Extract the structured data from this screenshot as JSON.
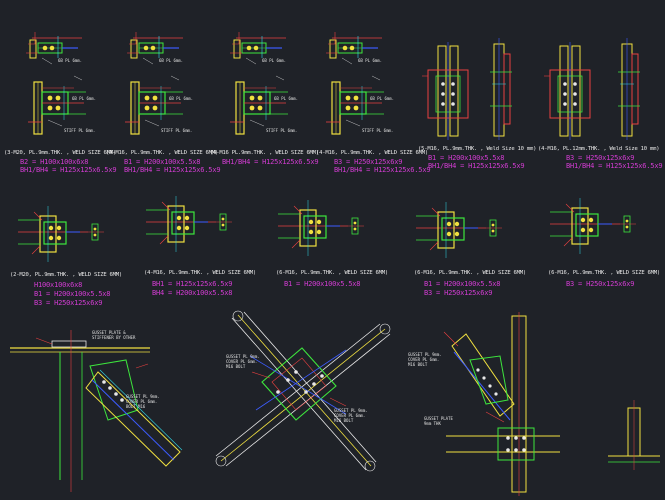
{
  "row1": [
    {
      "top_note": "6B PL 6mm.",
      "mid_note": "6B PL 6mm.",
      "side_note": "STIFF PL 6mm.",
      "caption": "(3-M20, PL.9mm.THK. , WELD SIZE 6MM)",
      "spec1": "B2 = H100x100x6x8",
      "spec2": "BH1/BH4 = H125x125x6.5x9"
    },
    {
      "top_note": "6B PL 6mm.",
      "mid_note": "6B PL 6mm.",
      "side_note": "STIFF PL 6mm.",
      "caption": "(4-M16, PL.9mm.THK. , WELD SIZE 6MM)",
      "spec1": "B1 = H200x100x5.5x8",
      "spec2": "BH1/BH4 = H125x125x6.5x9"
    },
    {
      "top_note": "6B PL 6mm.",
      "mid_note": "6B PL 6mm.",
      "side_note": "STIFF PL 6mm.",
      "caption": "(4-M16 PL.9mm.THK. , WELD SIZE 6MM)",
      "spec1": "BH1/BH4 = H125x125x6.5x9",
      "spec2": ""
    },
    {
      "top_note": "6B PL 6mm.",
      "mid_note": "6B PL 6mm.",
      "side_note": "STIFF PL 6mm.",
      "caption": "(4-M16, PL.9mm.THK. , WELD SIZE 6MM)",
      "spec1": "B3 = H250x125x6x9",
      "spec2": "BH1/BH4 = H125x125x6.5x9"
    }
  ],
  "row1_right": [
    {
      "caption": "(5-M16, PL.9mm.THK. , Weld Size 10 mm)",
      "spec1": "B1 = H200x100x5.5x8",
      "spec2": "BH1/BH4 = H125x125x6.5x9"
    },
    {
      "caption": "(4-M16, PL.12mm.THK. , Weld Size 10 mm)",
      "spec1": "B3 = H250x125x6x9",
      "spec2": "BH1/BH4 = H125x125x6.5x9"
    }
  ],
  "row2": [
    {
      "caption": "(2-M20, PL.9mm.THK. , WELD SIZE 6MM)",
      "specs": [
        "H100x100x6x8",
        "B1 = H200x100x5.5x8",
        "B3 = H250x125x6x9"
      ]
    },
    {
      "caption": "(4-M16, PL.9mm.THK. , WELD SIZE 6MM)",
      "specs": [
        "BH1 = H125x125x6.5x9",
        "BH4 = H200x100x5.5x8"
      ]
    },
    {
      "caption": "(6-M16, PL.9mm.THK. , WELD SIZE 6MM)",
      "specs": [
        "B1 = H200x100x5.5x8"
      ]
    },
    {
      "caption": "(6-M16, PL.9mm.THK. , WELD SIZE 6MM)",
      "specs": [
        "B1 = H200x100x5.5x8",
        "B3 = H250x125x6x9"
      ]
    },
    {
      "caption": "(6-M16, PL.9mm.THK. , WELD SIZE 6MM)",
      "specs": [
        "B3 = H250x125x6x9"
      ]
    }
  ],
  "row3_notes": {
    "left_top": "GUSSET PLATE &\nSTIFFENER BY OTHER",
    "left_side": "GUSSET PL 9mm.\nCOVER PL 6mm.\nBOLT M16",
    "x_left": "GUSSET PL 9mm.\nCOVER PL 6mm.\nM16 BOLT",
    "x_right": "GUSSET PL 9mm.\nCOVER PL 6mm.\nM16 BOLT",
    "right_top": "GUSSET PL 9mm.\nCOVER PL 6mm.\nM16 BOLT",
    "right_side": "GUSSET PLATE\n9mm THK"
  }
}
